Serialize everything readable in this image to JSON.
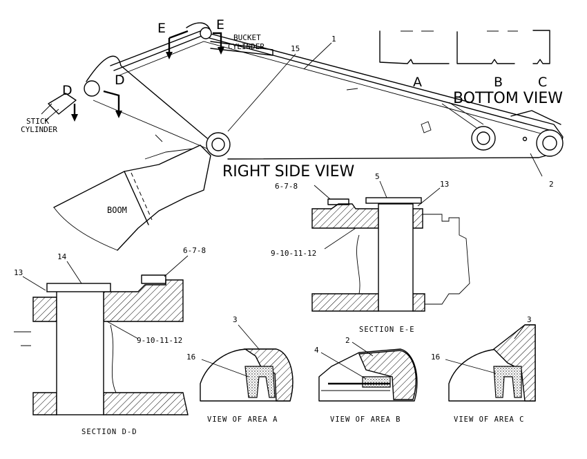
{
  "views": {
    "right_side": "RIGHT SIDE VIEW",
    "bottom": "BOTTOM VIEW",
    "section_ee": "SECTION E-E",
    "section_dd": "SECTION D-D",
    "area_a": "VIEW OF AREA A",
    "area_b": "VIEW OF AREA B",
    "area_c": "VIEW OF AREA C"
  },
  "components": {
    "boom": "BOOM",
    "stick_cylinder_1": "STICK",
    "stick_cylinder_2": "CYLINDER",
    "bucket_cylinder_1": "BUCKET",
    "bucket_cylinder_2": "CYLINDER"
  },
  "section_markers": {
    "d": "D",
    "e": "E"
  },
  "bottom_view_letters": [
    "A",
    "B",
    "C"
  ],
  "callouts": {
    "c1": "1",
    "c2": "2",
    "c3": "3",
    "c4": "4",
    "c5": "5",
    "c13": "13",
    "c14": "14",
    "c15": "15",
    "c16": "16",
    "c678": "6-7-8",
    "c9to12": "9-10-11-12"
  }
}
